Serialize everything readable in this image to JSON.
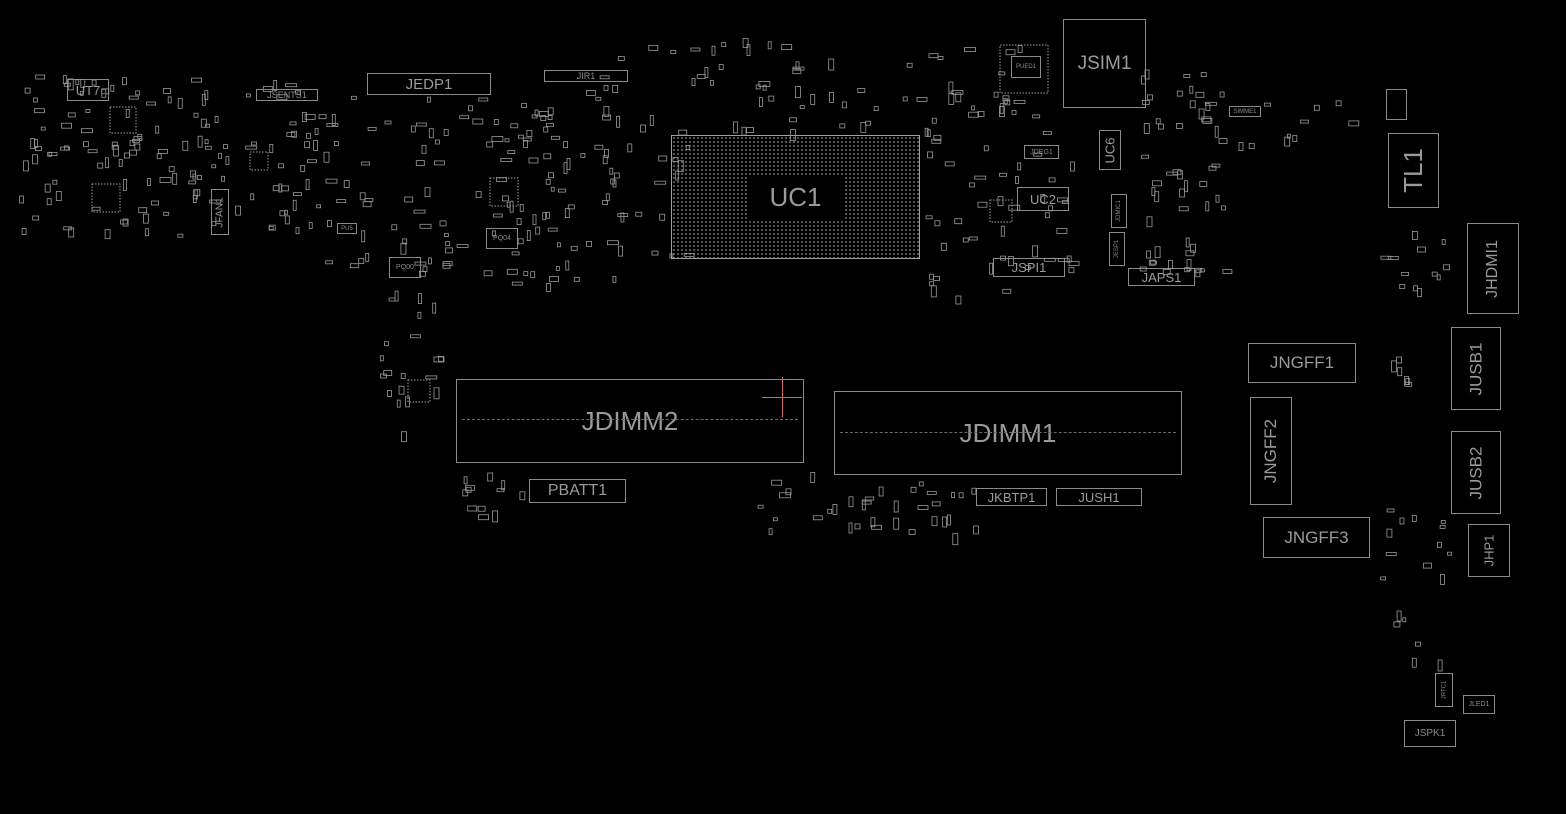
{
  "board": {
    "background": "#000000",
    "outline_color": "#8a8a8a",
    "label_color": "#9a9a9a",
    "cursor_color": "#c46a6a"
  },
  "refdes": {
    "ut7": "UT7",
    "jsents1": "JSENTS1",
    "jedp1": "JEDP1",
    "jir1": "JIR1",
    "jfan1": "JFAN1",
    "pu5": "PU5",
    "pq04": "PQ04",
    "pq00": "PQ00",
    "uc1": "UC1",
    "jsim1": "JSIM1",
    "ued1": "PUED1",
    "jdeg1": "JDEG1",
    "uc6": "UC6",
    "uc2": "UC2",
    "jdmic1": "JDMIC1",
    "jesp1": "JESP1",
    "jspi1": "JSPI1",
    "japs1": "JAPS1",
    "simme1": "SIMME1",
    "tl1": "TL1",
    "jhdmi1": "JHDMI1",
    "jngff1": "JNGFF1",
    "jusb1": "JUSB1",
    "jngff2": "JNGFF2",
    "jusb2": "JUSB2",
    "jngff3": "JNGFF3",
    "jhp1": "JHP1",
    "jdimm2": "JDIMM2",
    "jdimm1": "JDIMM1",
    "pbatt1": "PBATT1",
    "jkbtp1": "JKBTP1",
    "jush1": "JUSH1",
    "jrtc1": "JRTC1",
    "jled1": "JLED1",
    "jspk1": "JSPK1"
  }
}
